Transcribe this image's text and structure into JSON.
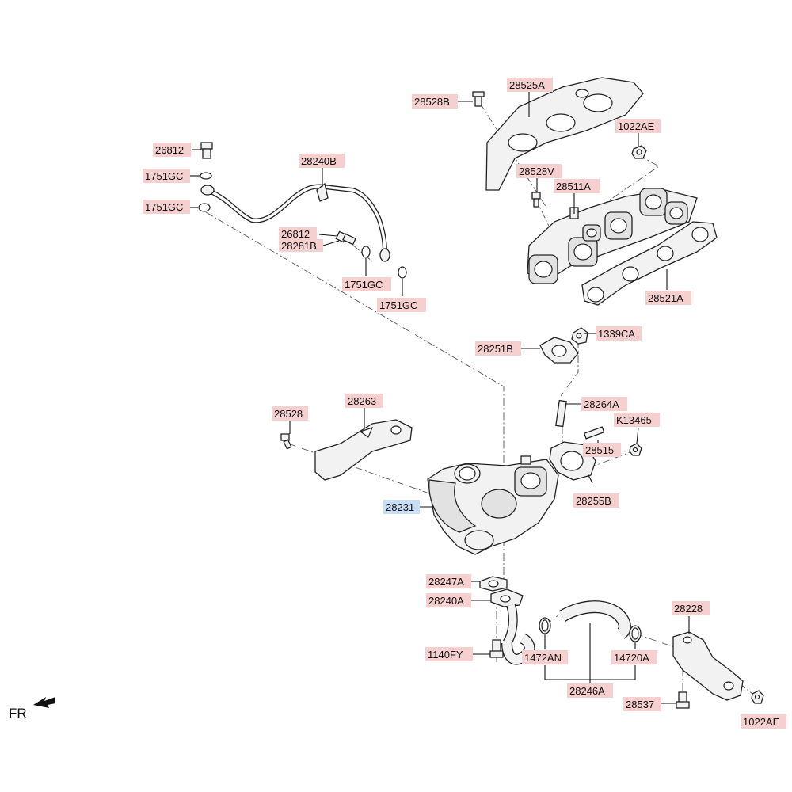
{
  "diagram": {
    "orientation_label": "FR",
    "selected_part": "28231",
    "colors": {
      "label_bg": "#f6cfcf",
      "selected_bg": "#c9def6",
      "line": "#111111"
    },
    "parts": [
      {
        "id": "p-28528B",
        "number": "28528B"
      },
      {
        "id": "p-28525A",
        "number": "28525A"
      },
      {
        "id": "p-1022AE-top",
        "number": "1022AE"
      },
      {
        "id": "p-26812-top",
        "number": "26812"
      },
      {
        "id": "p-28240B",
        "number": "28240B"
      },
      {
        "id": "p-1751GC-1",
        "number": "1751GC"
      },
      {
        "id": "p-1751GC-2",
        "number": "1751GC"
      },
      {
        "id": "p-28528V",
        "number": "28528V"
      },
      {
        "id": "p-28511A",
        "number": "28511A"
      },
      {
        "id": "p-26812-mid",
        "number": "26812"
      },
      {
        "id": "p-28281B",
        "number": "28281B"
      },
      {
        "id": "p-1751GC-3",
        "number": "1751GC"
      },
      {
        "id": "p-1751GC-4",
        "number": "1751GC"
      },
      {
        "id": "p-28521A",
        "number": "28521A"
      },
      {
        "id": "p-1339CA",
        "number": "1339CA"
      },
      {
        "id": "p-28251B",
        "number": "28251B"
      },
      {
        "id": "p-28264A",
        "number": "28264A"
      },
      {
        "id": "p-28528",
        "number": "28528"
      },
      {
        "id": "p-28263",
        "number": "28263"
      },
      {
        "id": "p-K13465",
        "number": "K13465"
      },
      {
        "id": "p-28515",
        "number": "28515"
      },
      {
        "id": "p-28255B",
        "number": "28255B"
      },
      {
        "id": "p-28231",
        "number": "28231"
      },
      {
        "id": "p-28247A",
        "number": "28247A"
      },
      {
        "id": "p-28240A",
        "number": "28240A"
      },
      {
        "id": "p-28228",
        "number": "28228"
      },
      {
        "id": "p-1140FY",
        "number": "1140FY"
      },
      {
        "id": "p-1472AN",
        "number": "1472AN"
      },
      {
        "id": "p-14720A",
        "number": "14720A"
      },
      {
        "id": "p-28246A",
        "number": "28246A"
      },
      {
        "id": "p-28537",
        "number": "28537"
      },
      {
        "id": "p-1022AE-bottom",
        "number": "1022AE"
      }
    ]
  }
}
